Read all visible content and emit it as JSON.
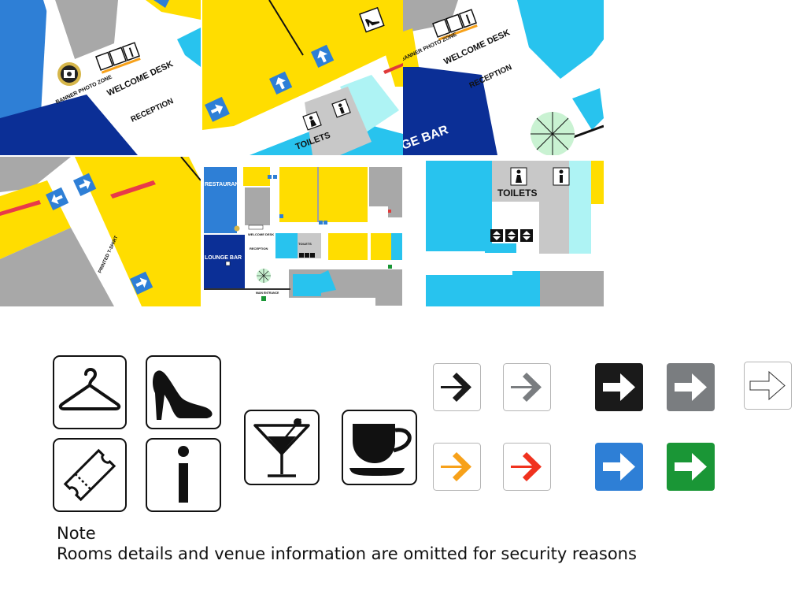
{
  "colors": {
    "yellow": "#ffdd00",
    "blue": "#2e7fd6",
    "navy": "#0b2f96",
    "cyan": "#28c3ee",
    "light_cyan": "#aef3f4",
    "gray": "#a8a8a8",
    "light_gray": "#c8c8c8",
    "black": "#1a1a1a",
    "arrow_gray": "#7a7d80",
    "arrow_orange": "#f7a11a",
    "arrow_red": "#f0321e",
    "arrow_blue": "#2e7fd6",
    "arrow_green": "#1a9636",
    "tree": "#c9f2d2"
  },
  "map": {
    "banner_photo_zone": "BANNER PHOTO ZONE",
    "welcome_desk": "WELCOME DESK",
    "reception": "RECEPTION",
    "toilets": "TOILETS",
    "lounge_bar": "LOUNGE BAR",
    "lounge_bar_partial": "GE BAR",
    "restaurant": "RESTAURANT",
    "printed_t_shirt": "PRINTED T-SHIRT",
    "main_entrance": "MAIN ENTRANCE"
  },
  "legend_icons": [
    "hanger-icon",
    "high-heel-icon",
    "ticket-icon",
    "info-icon",
    "cocktail-icon",
    "coffee-cup-icon"
  ],
  "arrow_styles": [
    {
      "name": "black-arrow-on-white",
      "arrow_color": "#1a1a1a",
      "background": "#ffffff"
    },
    {
      "name": "gray-arrow-on-white",
      "arrow_color": "#7a7d80",
      "background": "#ffffff"
    },
    {
      "name": "white-arrow-on-black",
      "arrow_color": "#ffffff",
      "background": "#1a1a1a"
    },
    {
      "name": "white-arrow-on-gray",
      "arrow_color": "#ffffff",
      "background": "#7a7d80"
    },
    {
      "name": "outline-arrow-on-white",
      "arrow_color": "#ffffff",
      "background": "#ffffff"
    },
    {
      "name": "orange-arrow-on-white",
      "arrow_color": "#f7a11a",
      "background": "#ffffff"
    },
    {
      "name": "red-arrow-on-white",
      "arrow_color": "#f0321e",
      "background": "#ffffff"
    },
    {
      "name": "white-arrow-on-blue",
      "arrow_color": "#ffffff",
      "background": "#2e7fd6"
    },
    {
      "name": "white-arrow-on-green",
      "arrow_color": "#ffffff",
      "background": "#1a9636"
    }
  ],
  "note": {
    "title": "Note",
    "text": "Rooms details and venue information are omitted for security reasons"
  }
}
